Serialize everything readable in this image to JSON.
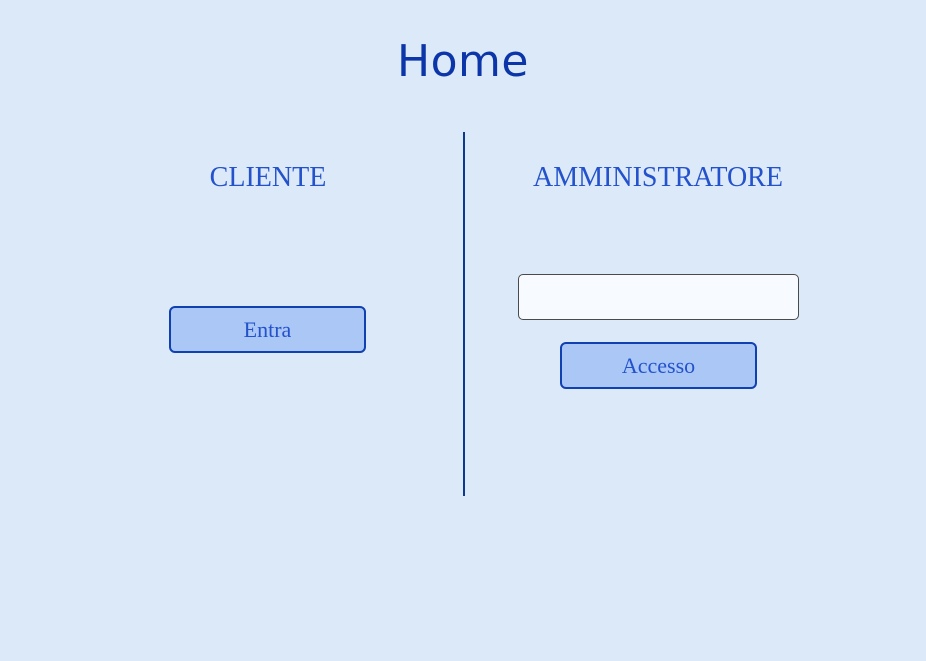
{
  "page": {
    "title": "Home"
  },
  "cliente": {
    "heading": "CLIENTE",
    "button_label": "Entra"
  },
  "amministratore": {
    "heading": "AMMINISTRATORE",
    "input_value": "",
    "button_label": "Accesso"
  },
  "colors": {
    "background": "#dce9f8",
    "title": "#0b35a8",
    "heading": "#2352cc",
    "button_fill": "#aac7f6",
    "button_border": "#1140b0",
    "divider": "#0b3a8c",
    "input_fill": "#f7faff"
  }
}
